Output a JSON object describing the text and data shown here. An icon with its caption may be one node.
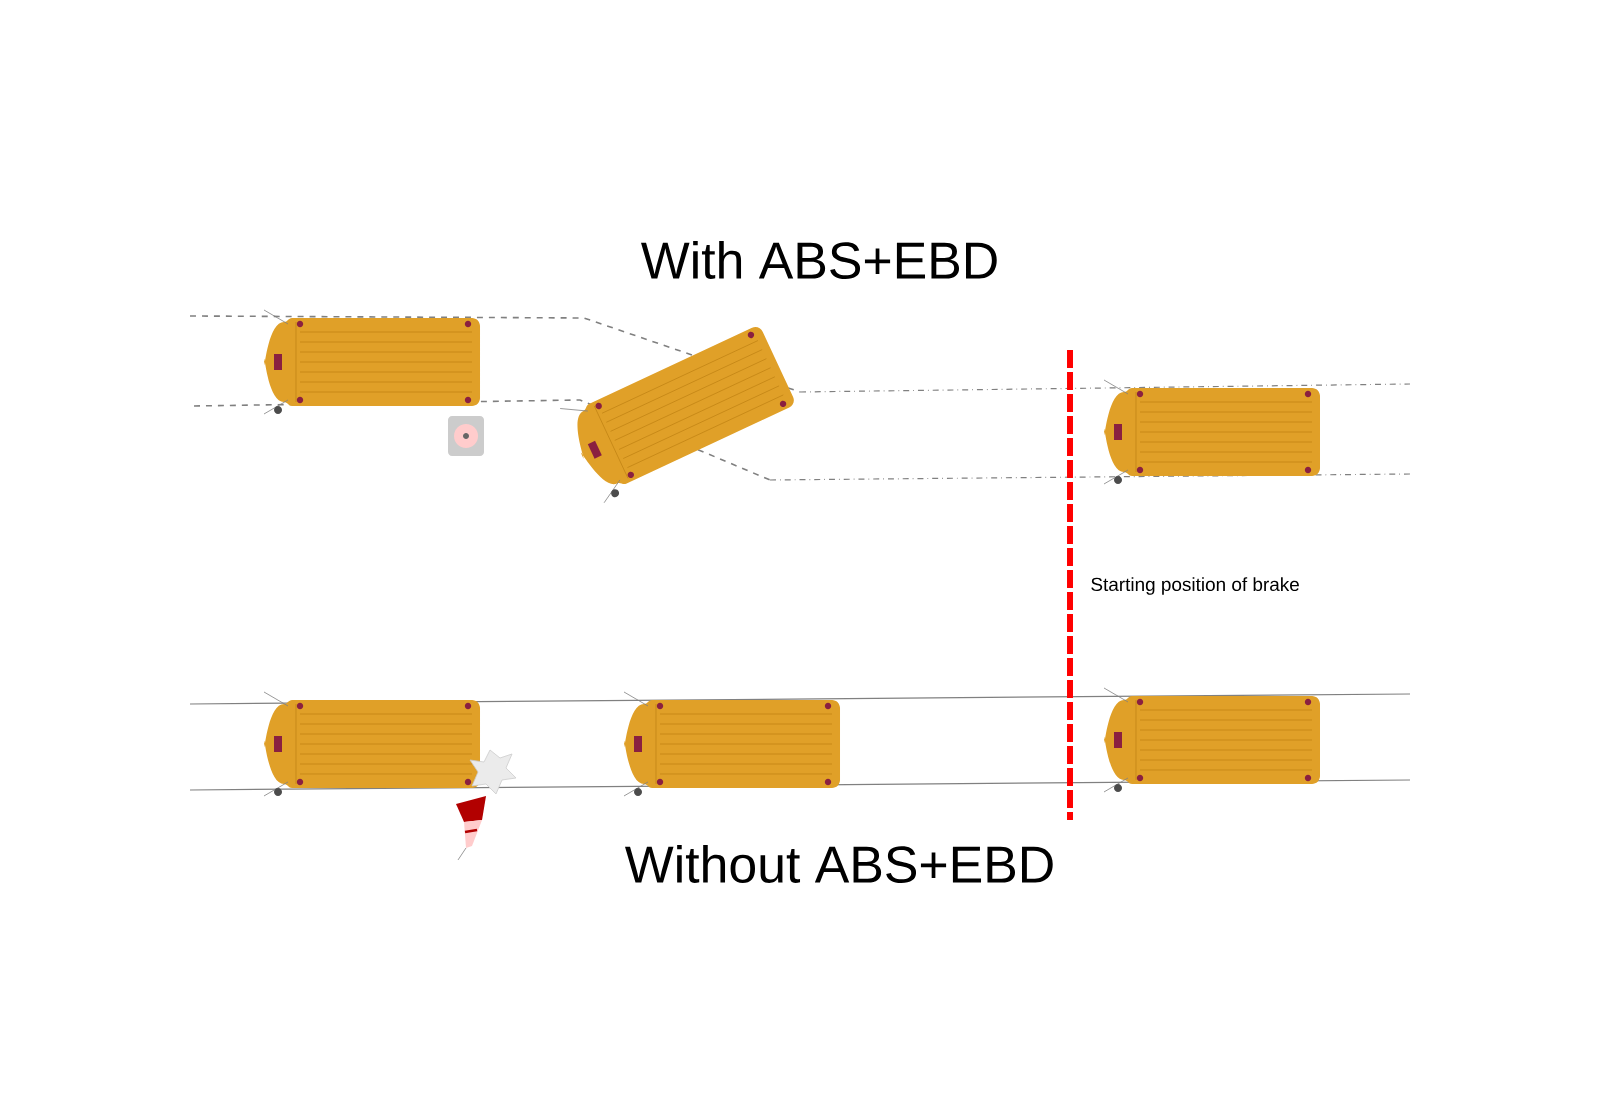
{
  "diagram": {
    "labels": [
      "With ABS+EBD",
      "Starting position of brake",
      "Without ABS+EBD"
    ]
  }
}
